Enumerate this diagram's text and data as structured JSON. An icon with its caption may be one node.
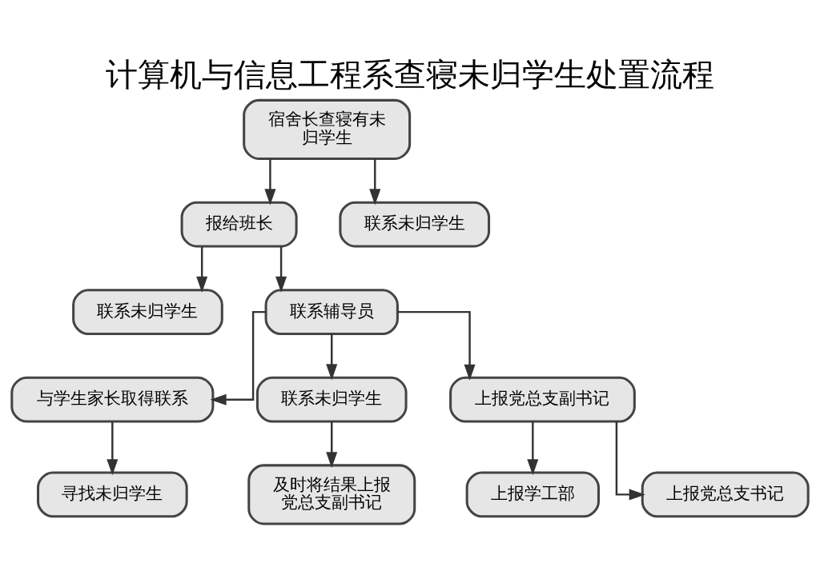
{
  "diagram": {
    "title": "计算机与信息工程系查寝未归学生处置流程",
    "nodes": [
      {
        "text": [
          "宿舍长查寝有未归学生"
        ]
      },
      {
        "text": [
          "报给班长"
        ]
      },
      {
        "text": [
          "联系未归学生"
        ]
      },
      {
        "text": [
          "联系未归学生"
        ]
      },
      {
        "text": [
          "联系辅导员"
        ]
      },
      {
        "text": [
          "与学生家长取得联系"
        ]
      },
      {
        "text": [
          "联系未归学生"
        ]
      },
      {
        "text": [
          "上报党总支副书记"
        ]
      },
      {
        "text": [
          "寻找未归学生"
        ]
      },
      {
        "text": [
          "及时将结果上报党总支副书记"
        ]
      },
      {
        "text": [
          "上报学工部"
        ]
      },
      {
        "text": [
          "上报党总支书记"
        ]
      }
    ],
    "edges": [
      {
        "from": 0,
        "to": 1,
        "arrow": "to"
      },
      {
        "from": 0,
        "to": 2,
        "arrow": "to"
      },
      {
        "from": 1,
        "to": 3,
        "arrow": "to"
      },
      {
        "from": 1,
        "to": 4,
        "arrow": "to"
      },
      {
        "from": 4,
        "to": 5,
        "arrow": "to"
      },
      {
        "from": 4,
        "to": 6,
        "arrow": "to"
      },
      {
        "from": 4,
        "to": 7,
        "arrow": "to"
      },
      {
        "from": 5,
        "to": 8,
        "arrow": "to"
      },
      {
        "from": 6,
        "to": 9,
        "arrow": "to"
      },
      {
        "from": 7,
        "to": 10,
        "arrow": "to"
      },
      {
        "from": 7,
        "to": 11,
        "arrow": "to"
      }
    ]
  }
}
